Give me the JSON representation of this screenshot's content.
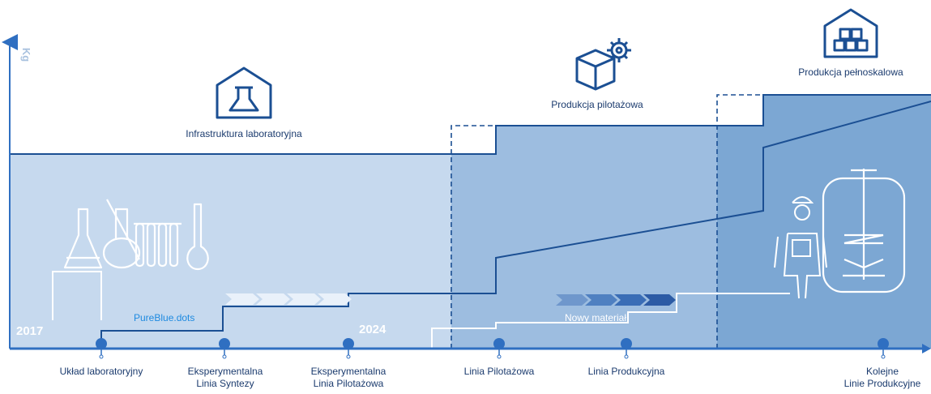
{
  "axis": {
    "y_label": "Kg"
  },
  "stages": [
    {
      "label": "Infrastruktura laboratoryjna",
      "icon": "flask-house-icon"
    },
    {
      "label": "Produkcja pilotażowa",
      "icon": "box-gear-icon"
    },
    {
      "label": "Produkcja pełnoskalowa",
      "icon": "boxes-house-icon"
    }
  ],
  "years": {
    "start": "2017",
    "mid": "2024"
  },
  "annotations": {
    "product": "PureBlue.dots",
    "new_material": "Nowy materiał"
  },
  "milestones": [
    {
      "line1": "Układ laboratoryjny",
      "line2": ""
    },
    {
      "line1": "Eksperymentalna",
      "line2": "Linia Syntezy"
    },
    {
      "line1": "Eksperymentalna",
      "line2": "Linia Pilotażowa"
    },
    {
      "line1": "Linia Pilotażowa",
      "line2": ""
    },
    {
      "line1": "Linia Produkcyjna",
      "line2": ""
    },
    {
      "line1": "Kolejne",
      "line2": "Linie Produkcyjne"
    }
  ],
  "colors": {
    "navy": "#1b4f93",
    "band1": "#c6d9ee",
    "band2": "#9dbde0",
    "band3": "#7ca7d3",
    "timeline": "#2f6fc1"
  }
}
